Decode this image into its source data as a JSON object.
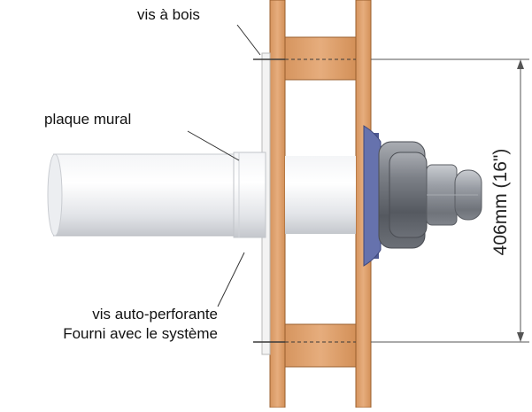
{
  "labels": {
    "wood_screw": "vis à bois",
    "wall_plate": "plaque mural",
    "self_drilling_line1": "vis auto-perforante",
    "self_drilling_line2": "Fourni avec le système"
  },
  "dimension": {
    "text": "406mm (16\")"
  },
  "colors": {
    "wood": "#e0a575",
    "wood_edge": "#9a5f2e",
    "pipe": "#e9ebee",
    "pipe_shadow": "#c7cad0",
    "cap": "#7b7f86",
    "flange": "#5d6aa6"
  }
}
